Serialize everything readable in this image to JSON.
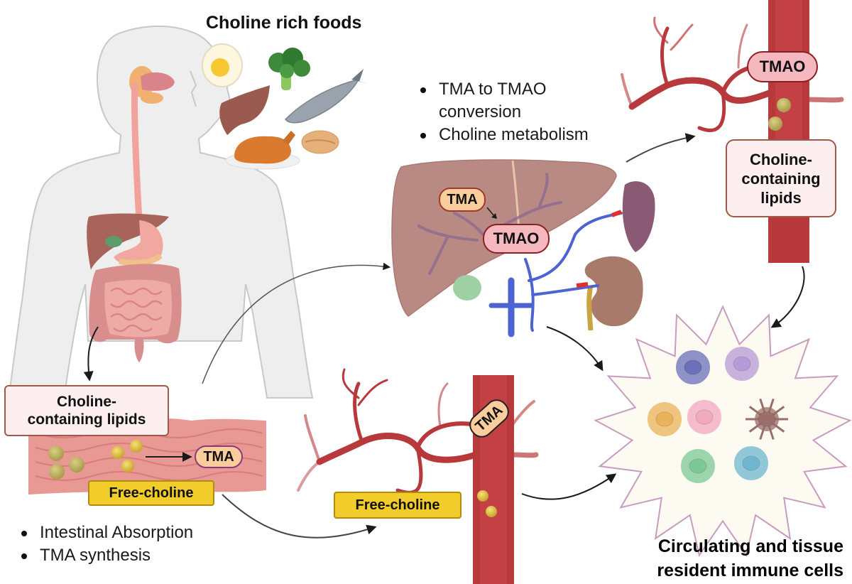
{
  "title": "Choline rich foods",
  "food_items": [
    "egg",
    "broccoli",
    "fish",
    "liver",
    "chicken",
    "nut"
  ],
  "intestine": {
    "lipid_box": "Choline-\ncontaining lipids",
    "lipid_box_lines": [
      "Choline-",
      "containing lipids"
    ],
    "free_choline": "Free-choline",
    "tma": "TMA",
    "bullets": [
      "Intestinal Absorption",
      "TMA synthesis"
    ]
  },
  "vessel_mid": {
    "tma": "TMA",
    "free_choline": "Free-choline"
  },
  "liver": {
    "bullets": [
      "TMA to TMAO\nconversion",
      "Choline metabolism"
    ],
    "bullet_lines": [
      [
        "TMA to TMAO",
        "conversion"
      ],
      [
        "Choline metabolism"
      ]
    ],
    "tma": "TMA",
    "tmao": "TMAO"
  },
  "vessel_top": {
    "tmao": "TMAO",
    "lipid_box_lines": [
      "Choline-",
      "containing",
      "lipids"
    ]
  },
  "immune": {
    "caption_lines": [
      "Circulating and tissue",
      "resident immune cells"
    ],
    "cells": [
      {
        "name": "monocyte",
        "color": "#6b6fb8"
      },
      {
        "name": "neutrophil",
        "color": "#b79ad6"
      },
      {
        "name": "eosinophil",
        "color": "#e9b25a"
      },
      {
        "name": "basophil",
        "color": "#f1a8c0"
      },
      {
        "name": "dendritic-cell",
        "color": "#9a6e6a"
      },
      {
        "name": "lymphocyte-t",
        "color": "#7cc896"
      },
      {
        "name": "lymphocyte-b",
        "color": "#6fb6cf"
      }
    ]
  },
  "colors": {
    "vessel": "#b8393c",
    "liver": "#b98a83",
    "kidney": "#a87a6c",
    "vein": "#4e63d2",
    "choline_dot": "#e8c43a",
    "star_fill": "#fdfbf1",
    "star_stroke": "#c89bc0"
  }
}
